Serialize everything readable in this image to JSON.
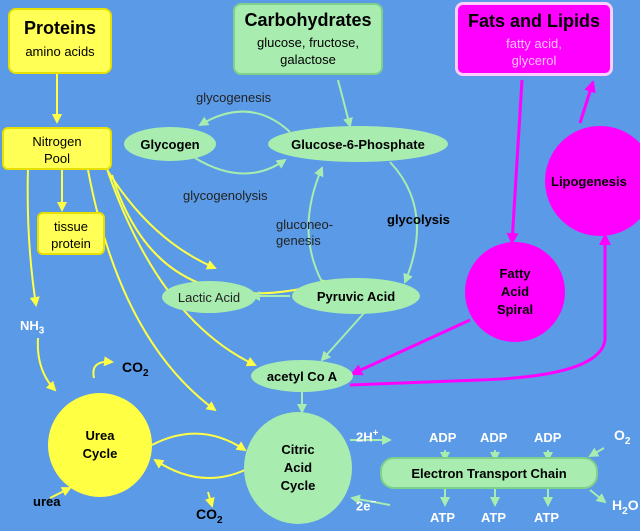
{
  "proteins": {
    "title": "Proteins",
    "sub": "amino acids"
  },
  "carbohydrates": {
    "title": "Carbohydrates",
    "sub1": "glucose, fructose,",
    "sub2": "galactose"
  },
  "fats": {
    "title": "Fats and Lipids",
    "sub1": "fatty acid,",
    "sub2": "glycerol"
  },
  "nitrogen_pool": {
    "line1": "Nitrogen",
    "line2": "Pool"
  },
  "tissue_protein": {
    "line1": "tissue",
    "line2": "protein"
  },
  "nodes": {
    "glycogen": "Glycogen",
    "g6p": "Glucose-6-Phosphate",
    "lactic": "Lactic Acid",
    "pyruvic": "Pyruvic Acid",
    "acetyl": "acetyl Co A",
    "lipogenesis": "Lipogenesis",
    "fatty_spiral": [
      "Fatty",
      "Acid",
      "Spiral"
    ],
    "urea_cycle": [
      "Urea",
      "Cycle"
    ],
    "citric": [
      "Citric",
      "Acid",
      "Cycle"
    ],
    "etc": "Electron Transport Chain"
  },
  "labels": {
    "glycogenesis": "glycogenesis",
    "glycogenolysis": "glycogenolysis",
    "gluconeo1": "gluconeo-",
    "gluconeo2": "genesis",
    "glycolysis": "glycolysis",
    "nh3": "NH",
    "nh3_sub": "3",
    "co2_top": "CO",
    "co2_top_sub": "2",
    "co2_bottom": "CO",
    "co2_bottom_sub": "2",
    "urea": "urea",
    "h_plus": "2H",
    "h_plus_sup": "+",
    "e_minus": "2e",
    "e_minus_sup": "−",
    "adp1": "ADP",
    "adp2": "ADP",
    "adp3": "ADP",
    "atp1": "ATP",
    "atp2": "ATP",
    "atp3": "ATP",
    "o2": "O",
    "o2_sub": "2",
    "h2o": "H",
    "h2o_sub": "2",
    "h2o_tail": "O"
  },
  "colors": {
    "background": "#5a9ae6",
    "yellow": "#ffff44",
    "green": "#a8ecb0",
    "magenta": "#ff00ff"
  }
}
